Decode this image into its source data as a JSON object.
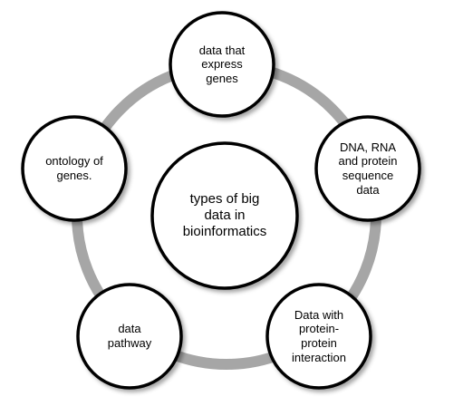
{
  "diagram": {
    "type": "cycle",
    "center": {
      "label": "types of big\ndata in\nbioinformatics"
    },
    "nodes": [
      {
        "id": "top",
        "label": "data that\nexpress\ngenes"
      },
      {
        "id": "right",
        "label": "DNA, RNA\nand protein\nsequence\ndata"
      },
      {
        "id": "bottom-right",
        "label": "Data with\nprotein-\nprotein\ninteraction"
      },
      {
        "id": "bottom-left",
        "label": "data\npathway"
      },
      {
        "id": "left",
        "label": "ontology of\ngenes."
      }
    ]
  },
  "colors": {
    "ring": "#a6a6a6",
    "circle_fill": "#ffffff",
    "circle_stroke": "#000000",
    "text": "#000000",
    "shadow": "#b8b8b8"
  }
}
